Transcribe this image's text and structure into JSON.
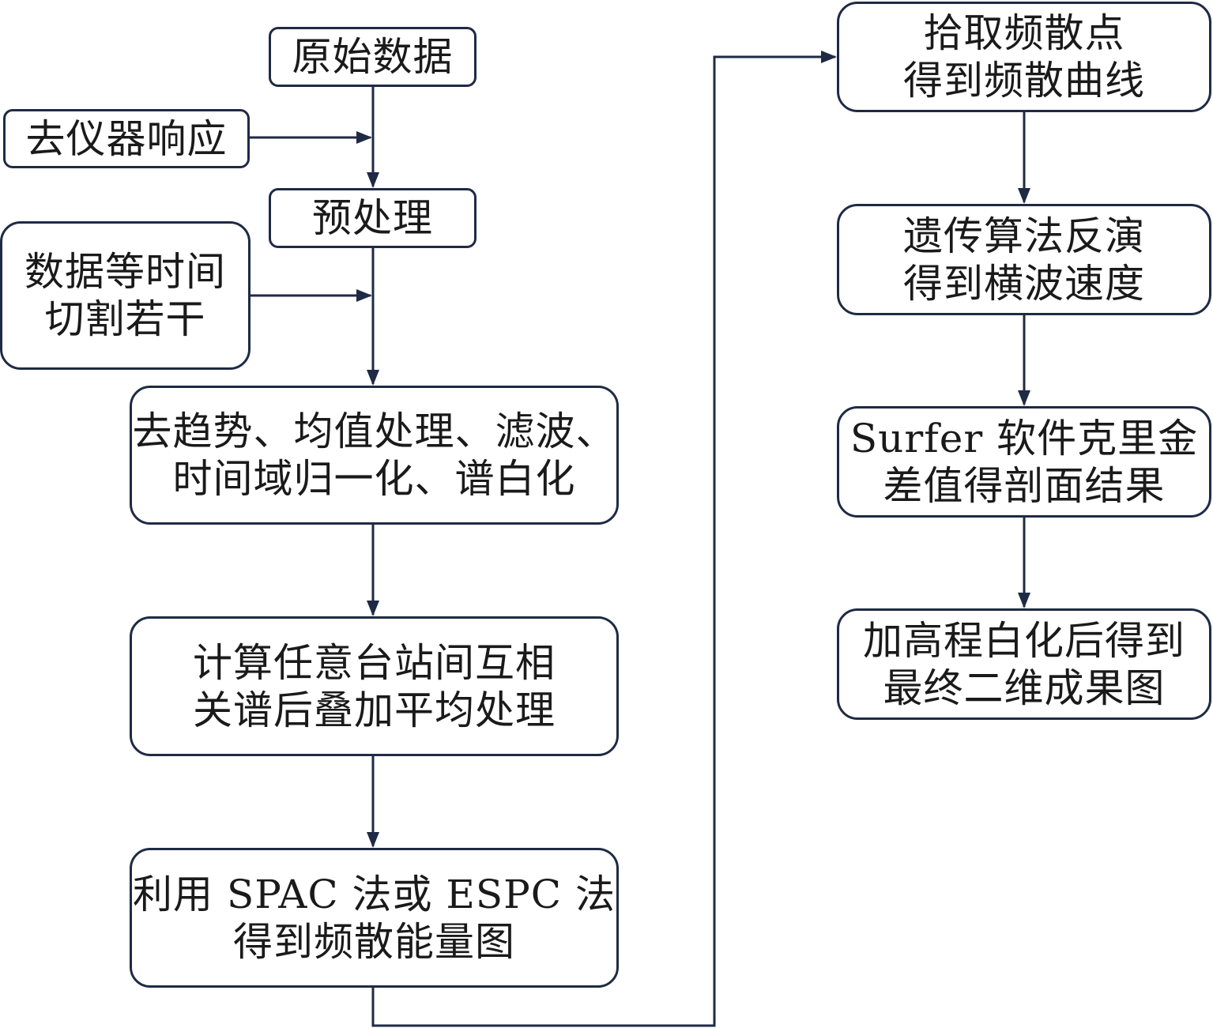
{
  "colors": {
    "stroke": "#1f2a44",
    "text": "#1a1a1a",
    "background": "#ffffff"
  },
  "nodes": {
    "raw_data": {
      "lines": [
        "原始数据"
      ]
    },
    "remove_response": {
      "lines": [
        "去仪器响应"
      ]
    },
    "preprocess": {
      "lines": [
        "预处理"
      ]
    },
    "segment": {
      "lines": [
        "数据等时间",
        "切割若干"
      ]
    },
    "detrend": {
      "lines": [
        "去趋势、均值处理、滤波、",
        "时间域归一化、谱白化"
      ]
    },
    "cross_spectrum": {
      "lines": [
        "计算任意台站间互相",
        "关谱后叠加平均处理"
      ]
    },
    "spac": {
      "lines": [
        "利用 SPAC 法或 ESPC 法",
        "得到频散能量图"
      ]
    },
    "pick_dispersion": {
      "lines": [
        "拾取频散点",
        "得到频散曲线"
      ]
    },
    "inversion": {
      "lines": [
        "遗传算法反演",
        "得到横波速度"
      ]
    },
    "kriging": {
      "lines": [
        "Surfer 软件克里金",
        "差值得剖面结果"
      ]
    },
    "final": {
      "lines": [
        "加高程白化后得到",
        "最终二维成果图"
      ]
    }
  }
}
